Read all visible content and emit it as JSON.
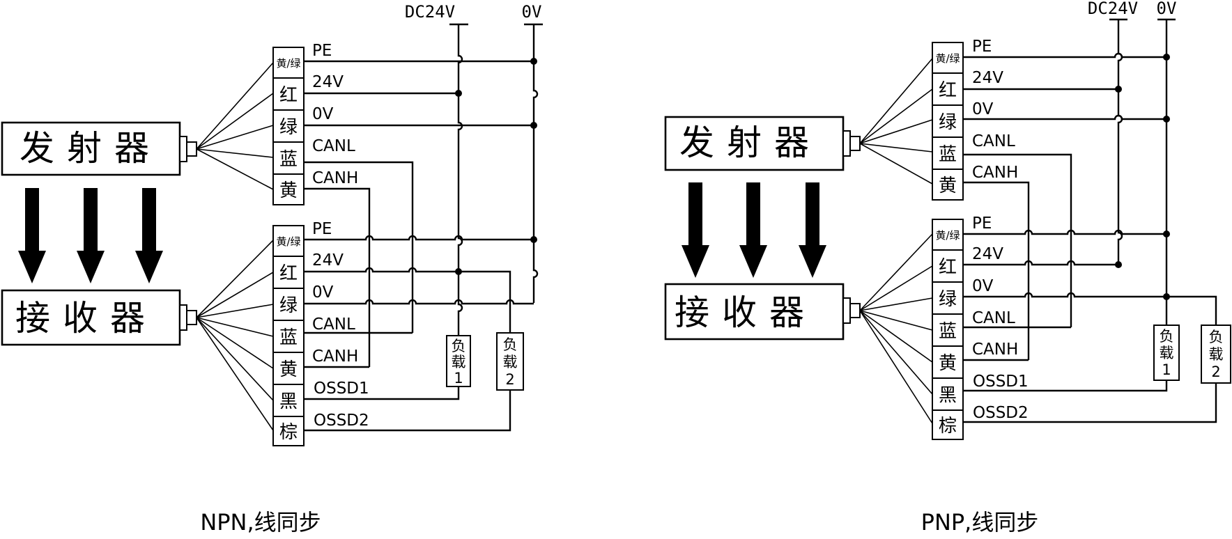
{
  "panels": [
    {
      "caption": "NPN,线同步",
      "supply": {
        "dc": "DC24V",
        "gnd": "0V"
      },
      "transmitter": {
        "label": "发射器",
        "wires": [
          {
            "color": "黄/绿",
            "signal": "PE"
          },
          {
            "color": "红",
            "signal": "24V"
          },
          {
            "color": "绿",
            "signal": "0V"
          },
          {
            "color": "蓝",
            "signal": "CANL"
          },
          {
            "color": "黄",
            "signal": "CANH"
          }
        ]
      },
      "receiver": {
        "label": "接收器",
        "wires": [
          {
            "color": "黄/绿",
            "signal": "PE"
          },
          {
            "color": "红",
            "signal": "24V"
          },
          {
            "color": "绿",
            "signal": "0V"
          },
          {
            "color": "蓝",
            "signal": "CANL"
          },
          {
            "color": "黄",
            "signal": "CANH"
          },
          {
            "color": "黑",
            "signal": "OSSD1"
          },
          {
            "color": "棕",
            "signal": "OSSD2"
          }
        ]
      },
      "loads": [
        {
          "line1": "负",
          "line2": "载",
          "line3": "1"
        },
        {
          "line1": "负",
          "line2": "载",
          "line3": "2"
        }
      ]
    },
    {
      "caption": "PNP,线同步",
      "supply": {
        "dc": "DC24V",
        "gnd": "0V"
      },
      "transmitter": {
        "label": "发射器",
        "wires": [
          {
            "color": "黄/绿",
            "signal": "PE"
          },
          {
            "color": "红",
            "signal": "24V"
          },
          {
            "color": "绿",
            "signal": "0V"
          },
          {
            "color": "蓝",
            "signal": "CANL"
          },
          {
            "color": "黄",
            "signal": "CANH"
          }
        ]
      },
      "receiver": {
        "label": "接收器",
        "wires": [
          {
            "color": "黄/绿",
            "signal": "PE"
          },
          {
            "color": "红",
            "signal": "24V"
          },
          {
            "color": "绿",
            "signal": "0V"
          },
          {
            "color": "蓝",
            "signal": "CANL"
          },
          {
            "color": "黄",
            "signal": "CANH"
          },
          {
            "color": "黑",
            "signal": "OSSD1"
          },
          {
            "color": "棕",
            "signal": "OSSD2"
          }
        ]
      },
      "loads": [
        {
          "line1": "负",
          "line2": "载",
          "line3": "1"
        },
        {
          "line1": "负",
          "line2": "载",
          "line3": "2"
        }
      ]
    }
  ]
}
